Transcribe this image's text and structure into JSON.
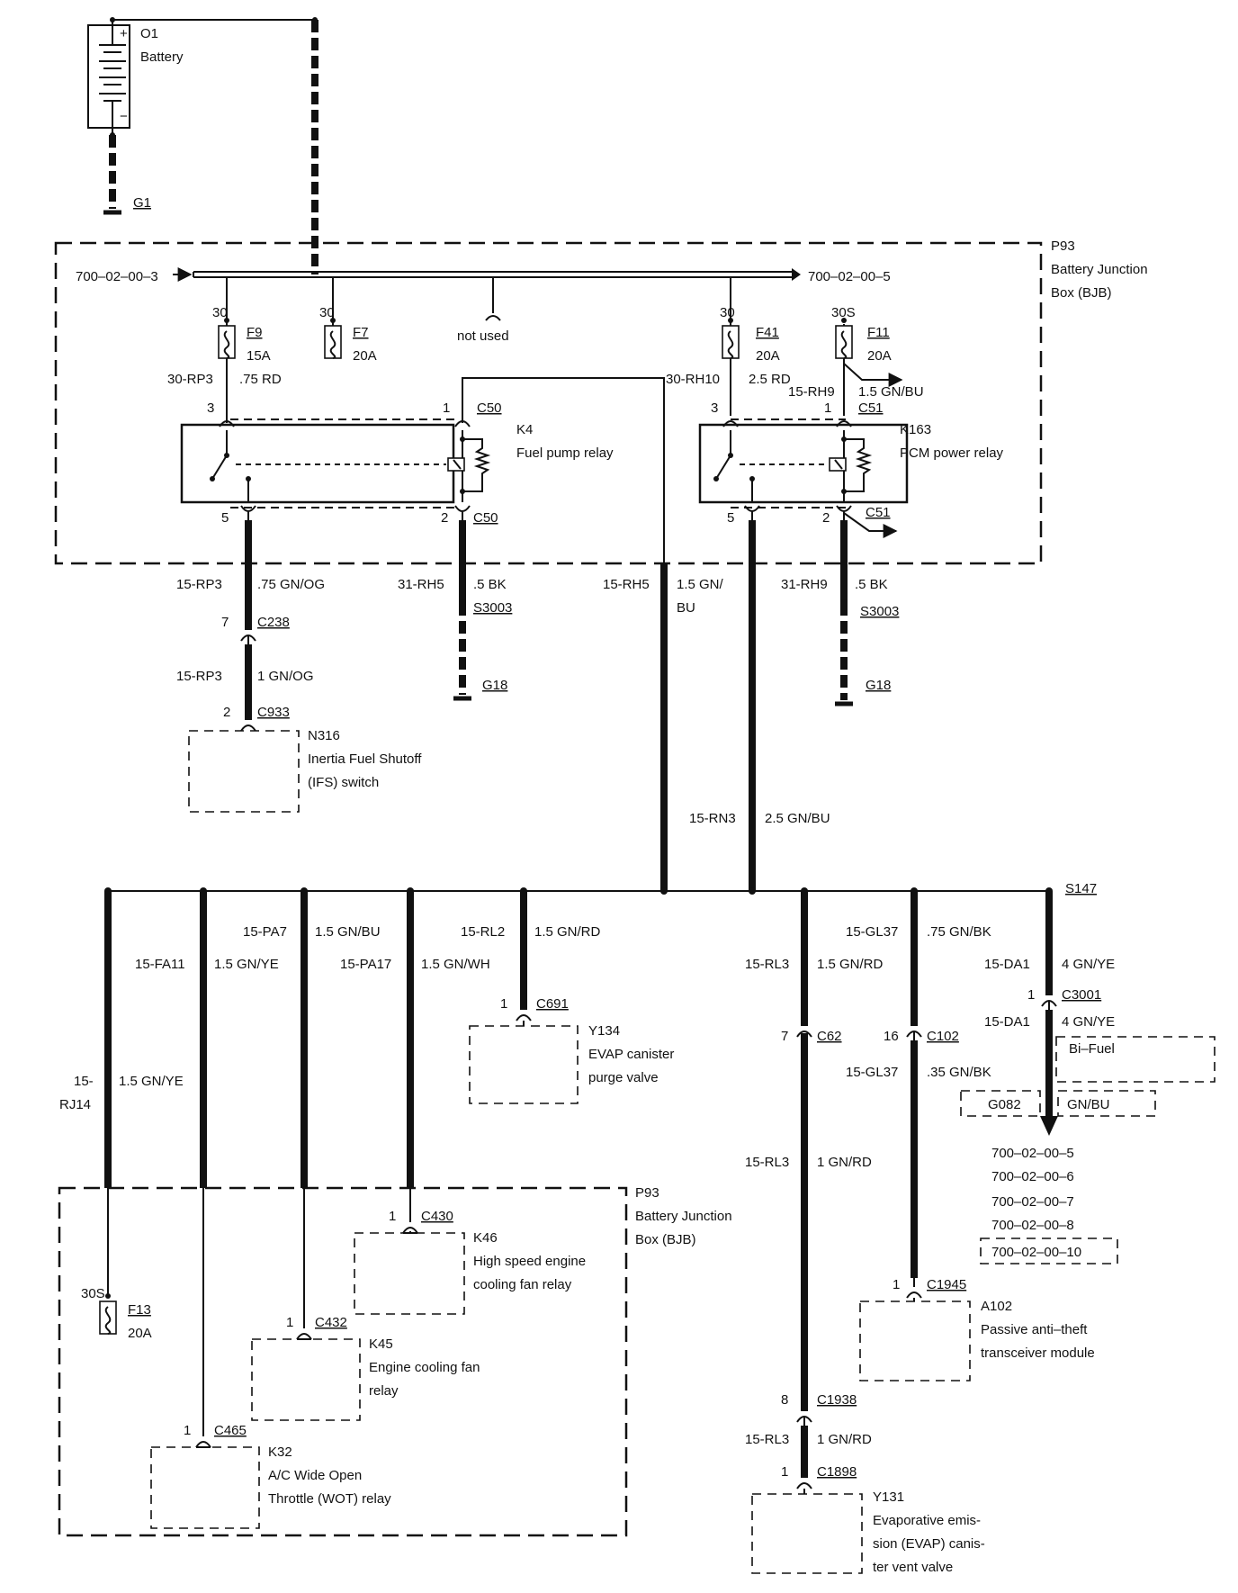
{
  "battery": {
    "ref": "O1",
    "name": "Battery",
    "plus": "+",
    "minus": "−",
    "ground": "G1"
  },
  "bjb_top": {
    "ref": "P93",
    "name_line1": "Battery Junction",
    "name_line2": "Box (BJB)",
    "bus_left": "700–02–00–3",
    "bus_right": "700–02–00–5",
    "not_used": "not used"
  },
  "fuses": {
    "f9": {
      "term": "30",
      "ref": "F9",
      "rating": "15A"
    },
    "f7": {
      "term": "30",
      "ref": "F7",
      "rating": "20A"
    },
    "f41": {
      "term": "30",
      "ref": "F41",
      "rating": "20A"
    },
    "f11": {
      "term": "30S",
      "ref": "F11",
      "rating": "20A"
    },
    "f13": {
      "term": "30S",
      "ref": "F13",
      "rating": "20A"
    }
  },
  "k4": {
    "ref": "K4",
    "name": "Fuel pump relay",
    "pin3": "3",
    "pin1": "1",
    "pin5": "5",
    "pin2": "2",
    "conn_top": "C50",
    "conn_bottom": "C50",
    "wire_in": "30-RP3",
    "wire_in_spec": ".75 RD"
  },
  "k163": {
    "ref": "K163",
    "name": "PCM power relay",
    "pin3": "3",
    "pin1": "1",
    "pin5": "5",
    "pin2": "2",
    "conn_top": "C51",
    "conn_bottom": "C51",
    "wire_in": "2.5 RD",
    "wire_coil": "15-RH9",
    "wire_coil_spec": "1.5 GN/BU"
  },
  "wires_upper": {
    "rh10": "30-RH10",
    "rp3a": "15-RP3",
    "rp3a_spec": ".75 GN/OG",
    "c238_pin": "7",
    "c238": "C238",
    "rp3b": "15-RP3",
    "rp3b_spec": "1 GN/OG",
    "c933_pin": "2",
    "c933": "C933",
    "rh5": "31-RH5",
    "rh5_spec": ".5 BK",
    "s3003a": "S3003",
    "g18a": "G18",
    "rh5b": "15-RH5",
    "rh5b_spec1": "1.5 GN/",
    "rh5b_spec2": "BU",
    "rh9": "31-RH9",
    "rh9_spec": ".5 BK",
    "s3003b": "S3003",
    "g18b": "G18",
    "rn3": "15-RN3",
    "rn3_spec": "2.5 GN/BU"
  },
  "n316": {
    "ref": "N316",
    "line1": "Inertia Fuel Shutoff",
    "line2": "(IFS) switch"
  },
  "splice": {
    "ref": "S147"
  },
  "branches": {
    "rj14a": "15-",
    "rj14b": "RJ14",
    "rj14_spec": "1.5 GN/YE",
    "fa11": "15-FA11",
    "fa11_spec": "1.5 GN/YE",
    "pa7": "15-PA7",
    "pa7_spec": "1.5 GN/BU",
    "pa17": "15-PA17",
    "pa17_spec": "1.5 GN/WH",
    "rl2": "15-RL2",
    "rl2_spec": "1.5 GN/RD",
    "rl3": "15-RL3",
    "rl3_spec": "1.5 GN/RD",
    "gl37": "15-GL37",
    "gl37_spec": ".75 GN/BK",
    "da1": "15-DA1",
    "da1_spec": "4 GN/YE",
    "da1b": "15-DA1",
    "da1b_spec": "4 GN/YE",
    "c3001_pin": "1",
    "c3001": "C3001",
    "c62_pin": "7",
    "c62": "C62",
    "c102_pin": "16",
    "c102": "C102",
    "gl37b": "15-GL37",
    "gl37b_spec": ".35 GN/BK",
    "rl3b": "15-RL3",
    "rl3b_spec": "1 GN/RD",
    "c1938_pin": "8",
    "c1938": "C1938",
    "rl3c": "15-RL3",
    "rl3c_spec": "1 GN/RD",
    "c1898_pin": "1",
    "c1898": "C1898",
    "c1945_pin": "1",
    "c1945": "C1945",
    "c691_pin": "1",
    "c691": "C691"
  },
  "bifuel": {
    "label": "Bi–Fuel",
    "g082": "G082",
    "gnbu": "GN/BU",
    "refs": [
      "700–02–00–5",
      "700–02–00–6",
      "700–02–00–7",
      "700–02–00–8",
      "700–02–00–10"
    ]
  },
  "y134": {
    "ref": "Y134",
    "line1": "EVAP canister",
    "line2": "purge valve"
  },
  "a102": {
    "ref": "A102",
    "line1": "Passive anti–theft",
    "line2": "transceiver module"
  },
  "y131": {
    "ref": "Y131",
    "line1": "Evaporative emis-",
    "line2": "sion (EVAP) canis-",
    "line3": "ter vent valve"
  },
  "bjb_bottom": {
    "ref": "P93",
    "name_line1": "Battery Junction",
    "name_line2": "Box (BJB)"
  },
  "k46": {
    "ref": "K46",
    "line1": "High speed engine",
    "line2": "cooling fan relay",
    "pin": "1",
    "conn": "C430"
  },
  "k45": {
    "ref": "K45",
    "line1": "Engine cooling fan",
    "line2": "relay",
    "pin": "1",
    "conn": "C432"
  },
  "k32": {
    "ref": "K32",
    "line1": "A/C Wide Open",
    "line2": "Throttle (WOT) relay",
    "pin": "1",
    "conn": "C465"
  }
}
